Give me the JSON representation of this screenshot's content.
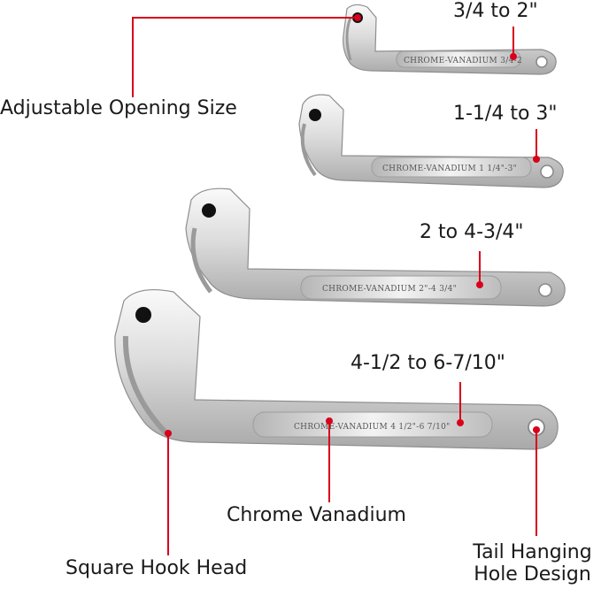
{
  "sizes": {
    "small": "3/4 to 2\"",
    "medium": "1-1/4 to 3\"",
    "large": "2 to 4-3/4\"",
    "xlarge": "4-1/2 to 6-7/10\""
  },
  "features": {
    "adjustable": "Adjustable Opening Size",
    "chrome": "Chrome Vanadium",
    "hook": "Square Hook Head",
    "tail_line1": "Tail Hanging",
    "tail_line2": "Hole Design"
  },
  "etchings": {
    "brand": "CHROME-VANADIUM",
    "small": "3/4-2",
    "medium": "1 1/4\"-3\"",
    "large": "2\"-4 3/4\"",
    "xlarge": "4 1/2\"-6 7/10\""
  },
  "colors": {
    "callout": "#d9001b",
    "steel_light": "#f2f2f2",
    "steel_mid": "#c8c8c8",
    "steel_dark": "#8e8e8e"
  }
}
